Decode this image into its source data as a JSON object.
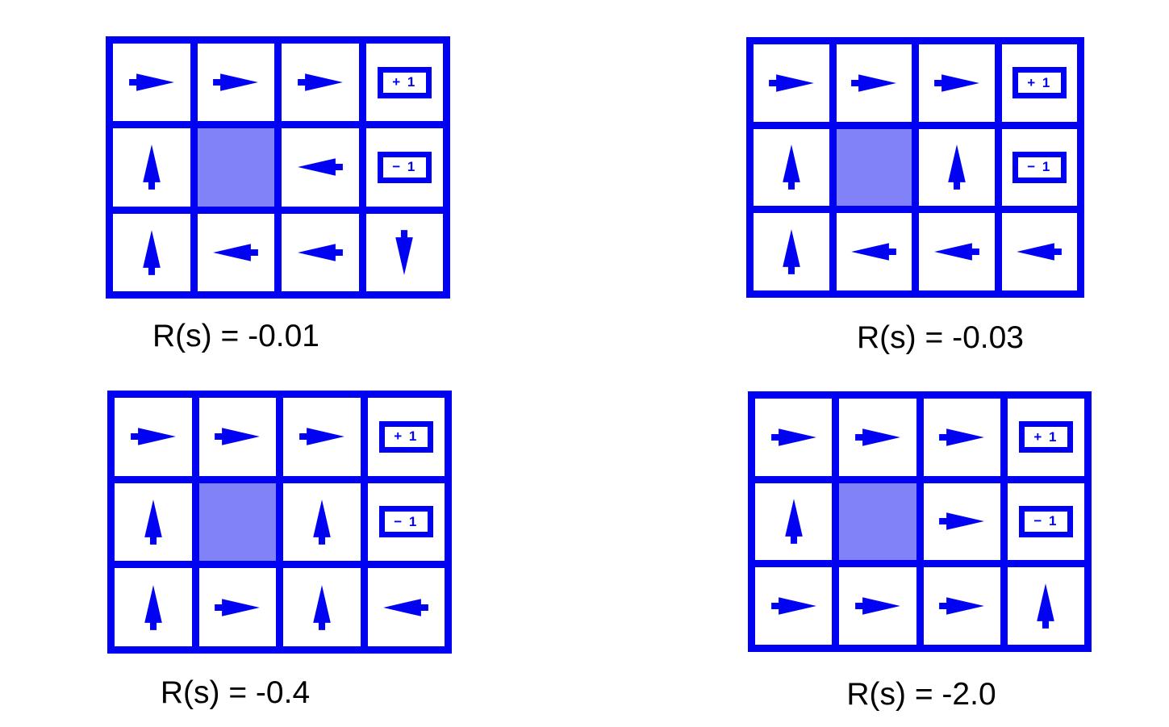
{
  "colors": {
    "grid_blue": "#0202F2",
    "wall_fill": "#8282F8",
    "cell_background": "#FFFFFF",
    "caption_text": "#000000"
  },
  "terminals": {
    "plus_label": "+ 1",
    "minus_label": "− 1"
  },
  "panels": [
    {
      "caption": "R(s) = -0.01",
      "reward": -0.01,
      "rows": [
        [
          "right",
          "right",
          "right",
          "+1"
        ],
        [
          "up",
          "wall",
          "left",
          "-1"
        ],
        [
          "up",
          "left",
          "left",
          "down"
        ]
      ]
    },
    {
      "caption": "R(s) = -0.03",
      "reward": -0.03,
      "rows": [
        [
          "right",
          "right",
          "right",
          "+1"
        ],
        [
          "up",
          "wall",
          "up",
          "-1"
        ],
        [
          "up",
          "left",
          "left",
          "left"
        ]
      ]
    },
    {
      "caption": "R(s) = -0.4",
      "reward": -0.4,
      "rows": [
        [
          "right",
          "right",
          "right",
          "+1"
        ],
        [
          "up",
          "wall",
          "up",
          "-1"
        ],
        [
          "up",
          "right",
          "up",
          "left"
        ]
      ]
    },
    {
      "caption": "R(s) = -2.0",
      "reward": -2.0,
      "rows": [
        [
          "right",
          "right",
          "right",
          "+1"
        ],
        [
          "up",
          "wall",
          "right",
          "-1"
        ],
        [
          "right",
          "right",
          "right",
          "up"
        ]
      ]
    }
  ]
}
